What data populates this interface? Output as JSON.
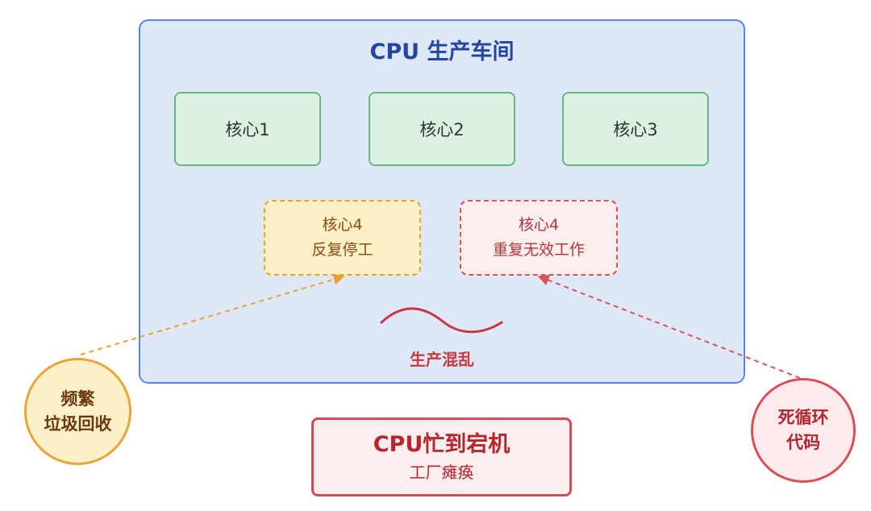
{
  "workshop": {
    "title": "CPU 生产车间",
    "cores": [
      {
        "label": "核心1"
      },
      {
        "label": "核心2"
      },
      {
        "label": "核心3"
      }
    ],
    "core4_stalled": {
      "line1": "核心4",
      "line2": "反复停工"
    },
    "core4_busy": {
      "line1": "核心4",
      "line2": "重复无效工作"
    },
    "chaos_label": "生产混乱"
  },
  "causes": {
    "gc": {
      "line1": "频繁",
      "line2": "垃圾回收"
    },
    "loop": {
      "line1": "死循环",
      "line2": "代码"
    }
  },
  "result": {
    "title": "CPU忙到宕机",
    "subtitle": "工厂瘫痪"
  },
  "colors": {
    "workshop_fill": "#dfe8f9",
    "workshop_border": "#5b85db",
    "core_fill": "#dbf2e1",
    "core_border": "#6bb483",
    "warning_orange": "#e6a334",
    "danger_red": "#d9535a"
  }
}
